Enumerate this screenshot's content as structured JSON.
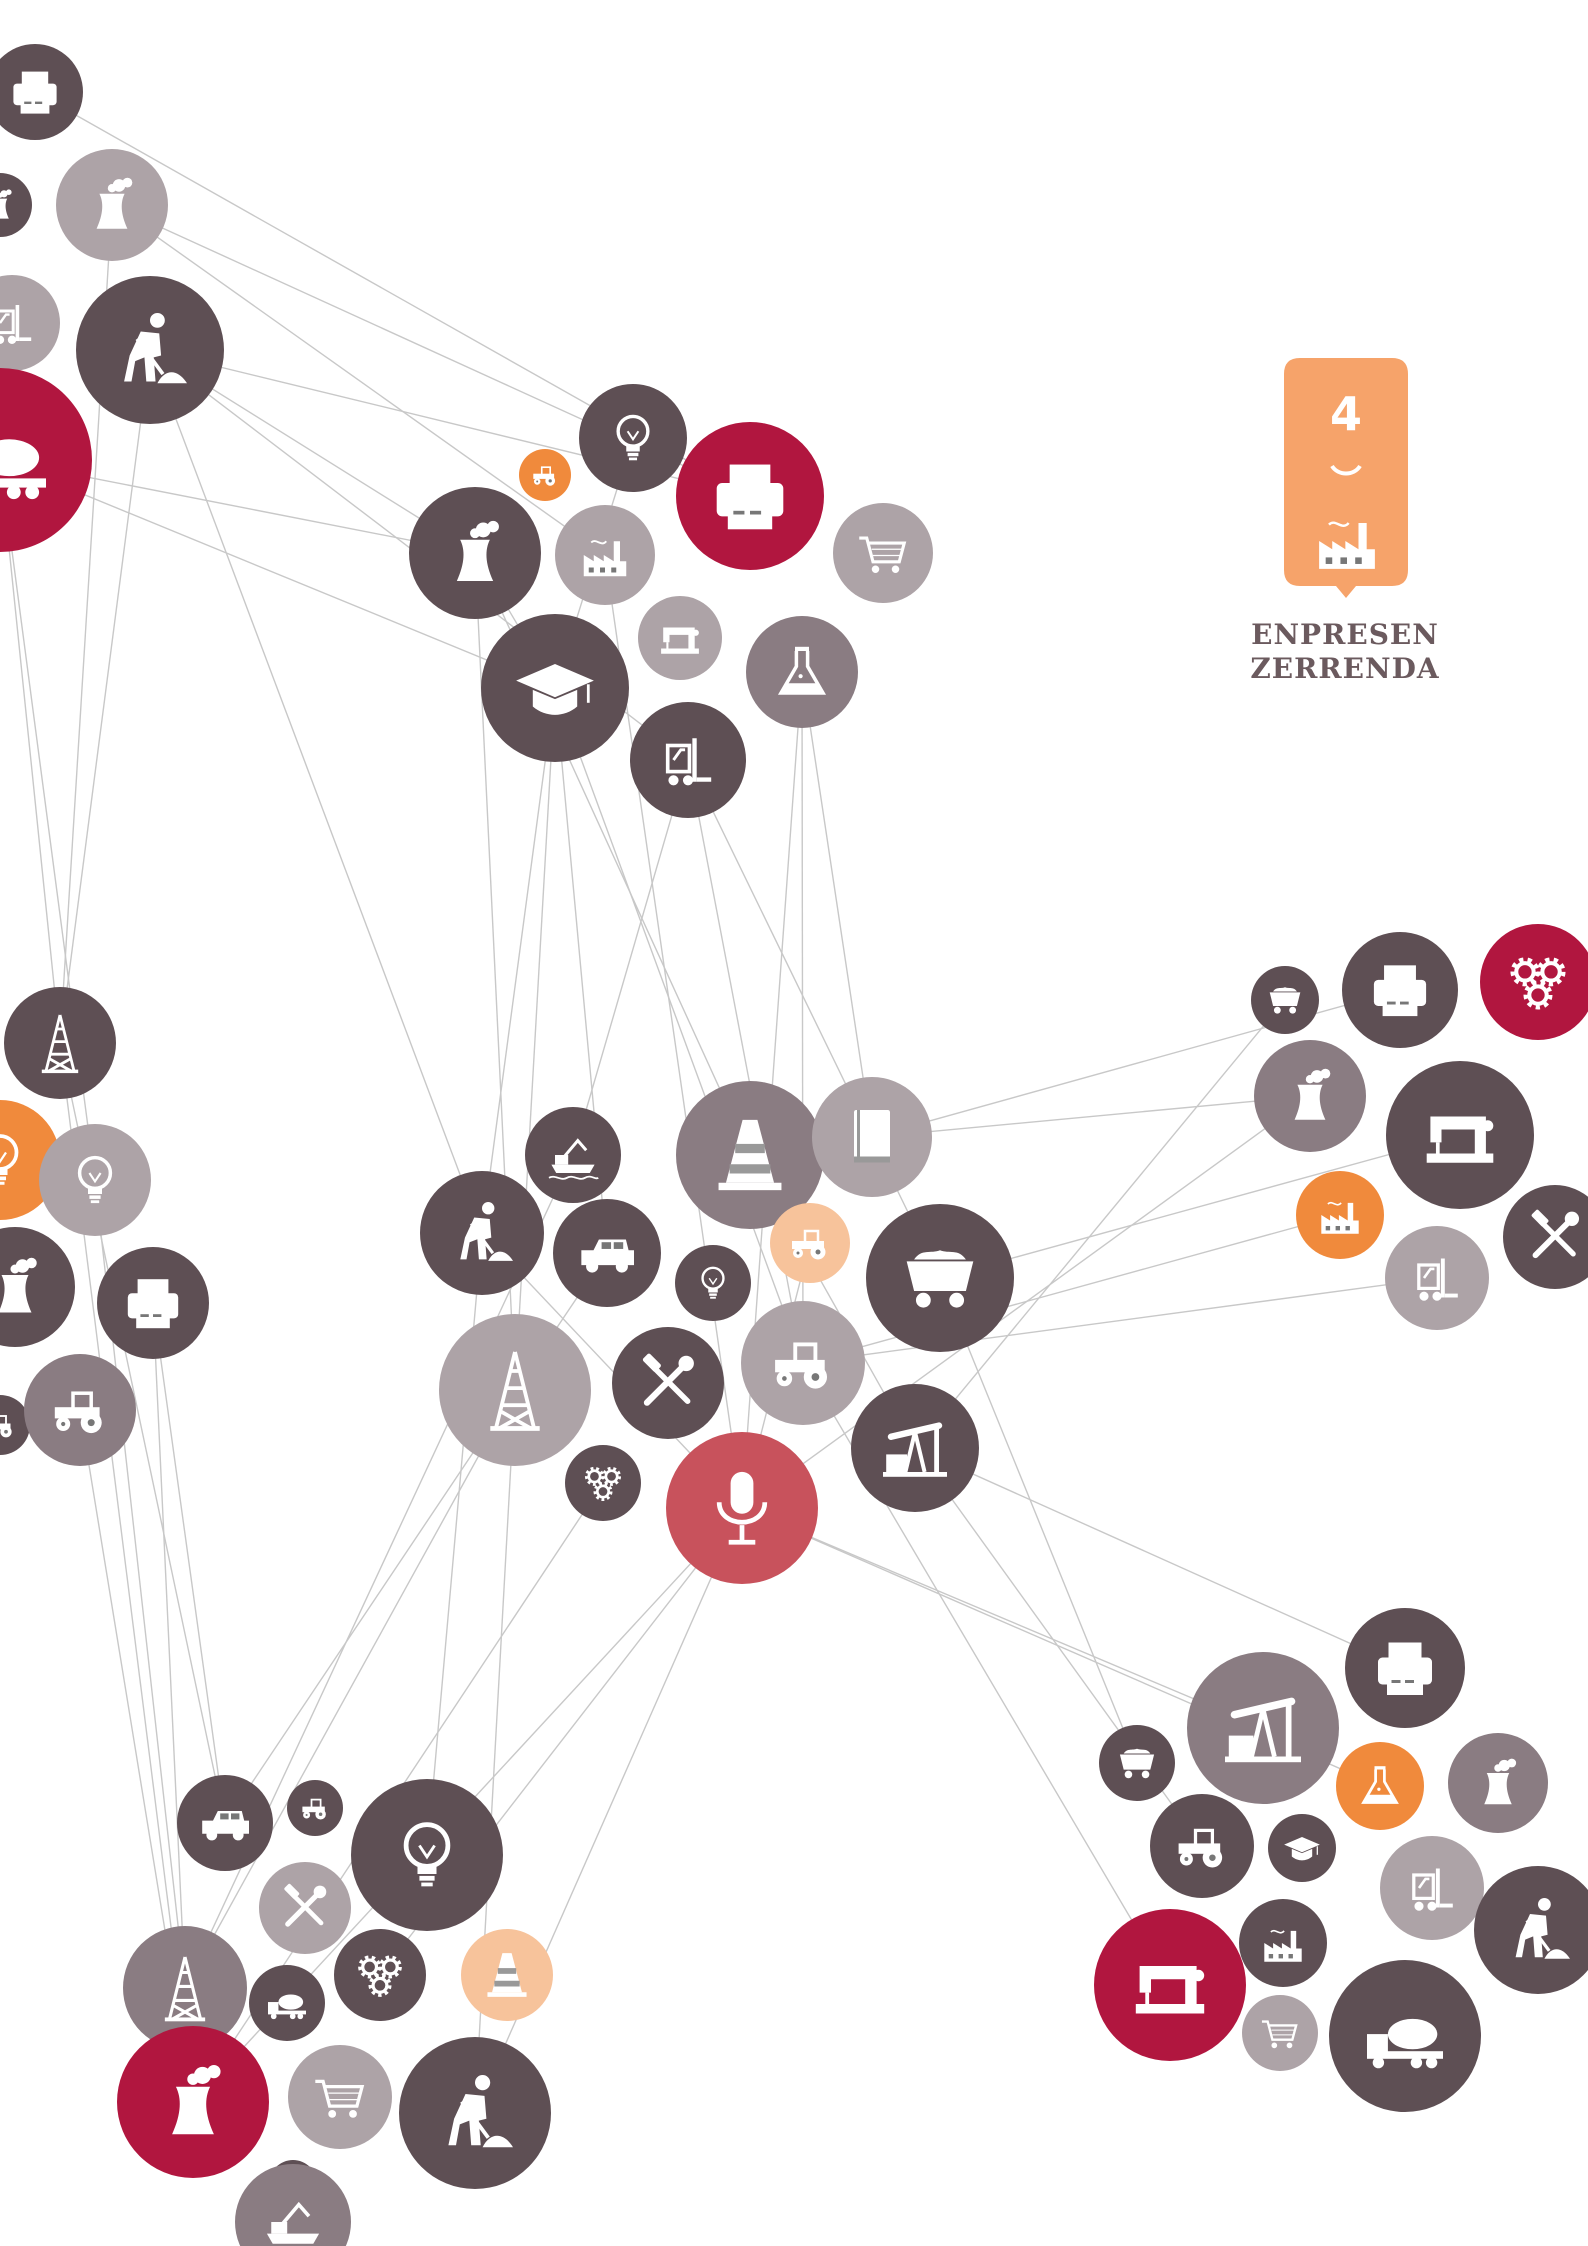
{
  "chapter": {
    "number": "4",
    "title_line1": "ENPRESEN",
    "title_line2": "ZERRENDA",
    "badge_color": "#f6a36a",
    "title_color": "#6b5a5e"
  },
  "palette": {
    "dark": "#5e4f54",
    "medium": "#8a7c82",
    "light": "#ada3a7",
    "crimson": "#b1163f",
    "rose": "#c8525c",
    "orange": "#f08a3c",
    "peach": "#f7c39b",
    "line": "#c8c8c8"
  },
  "icons": [
    "printer-icon",
    "power-plant-icon",
    "forklift-icon",
    "road-worker-icon",
    "cement-truck-icon",
    "lightbulb-icon",
    "tractor-icon",
    "factory-icon",
    "shopping-cart-icon",
    "graduation-cap-icon",
    "sewing-machine-icon",
    "flask-icon",
    "oil-derrick-icon",
    "excavator-boat-icon",
    "traffic-cone-icon",
    "book-icon",
    "jeep-icon",
    "mine-cart-icon",
    "tools-icon",
    "gears-icon",
    "microphone-icon",
    "oil-pump-icon"
  ]
}
